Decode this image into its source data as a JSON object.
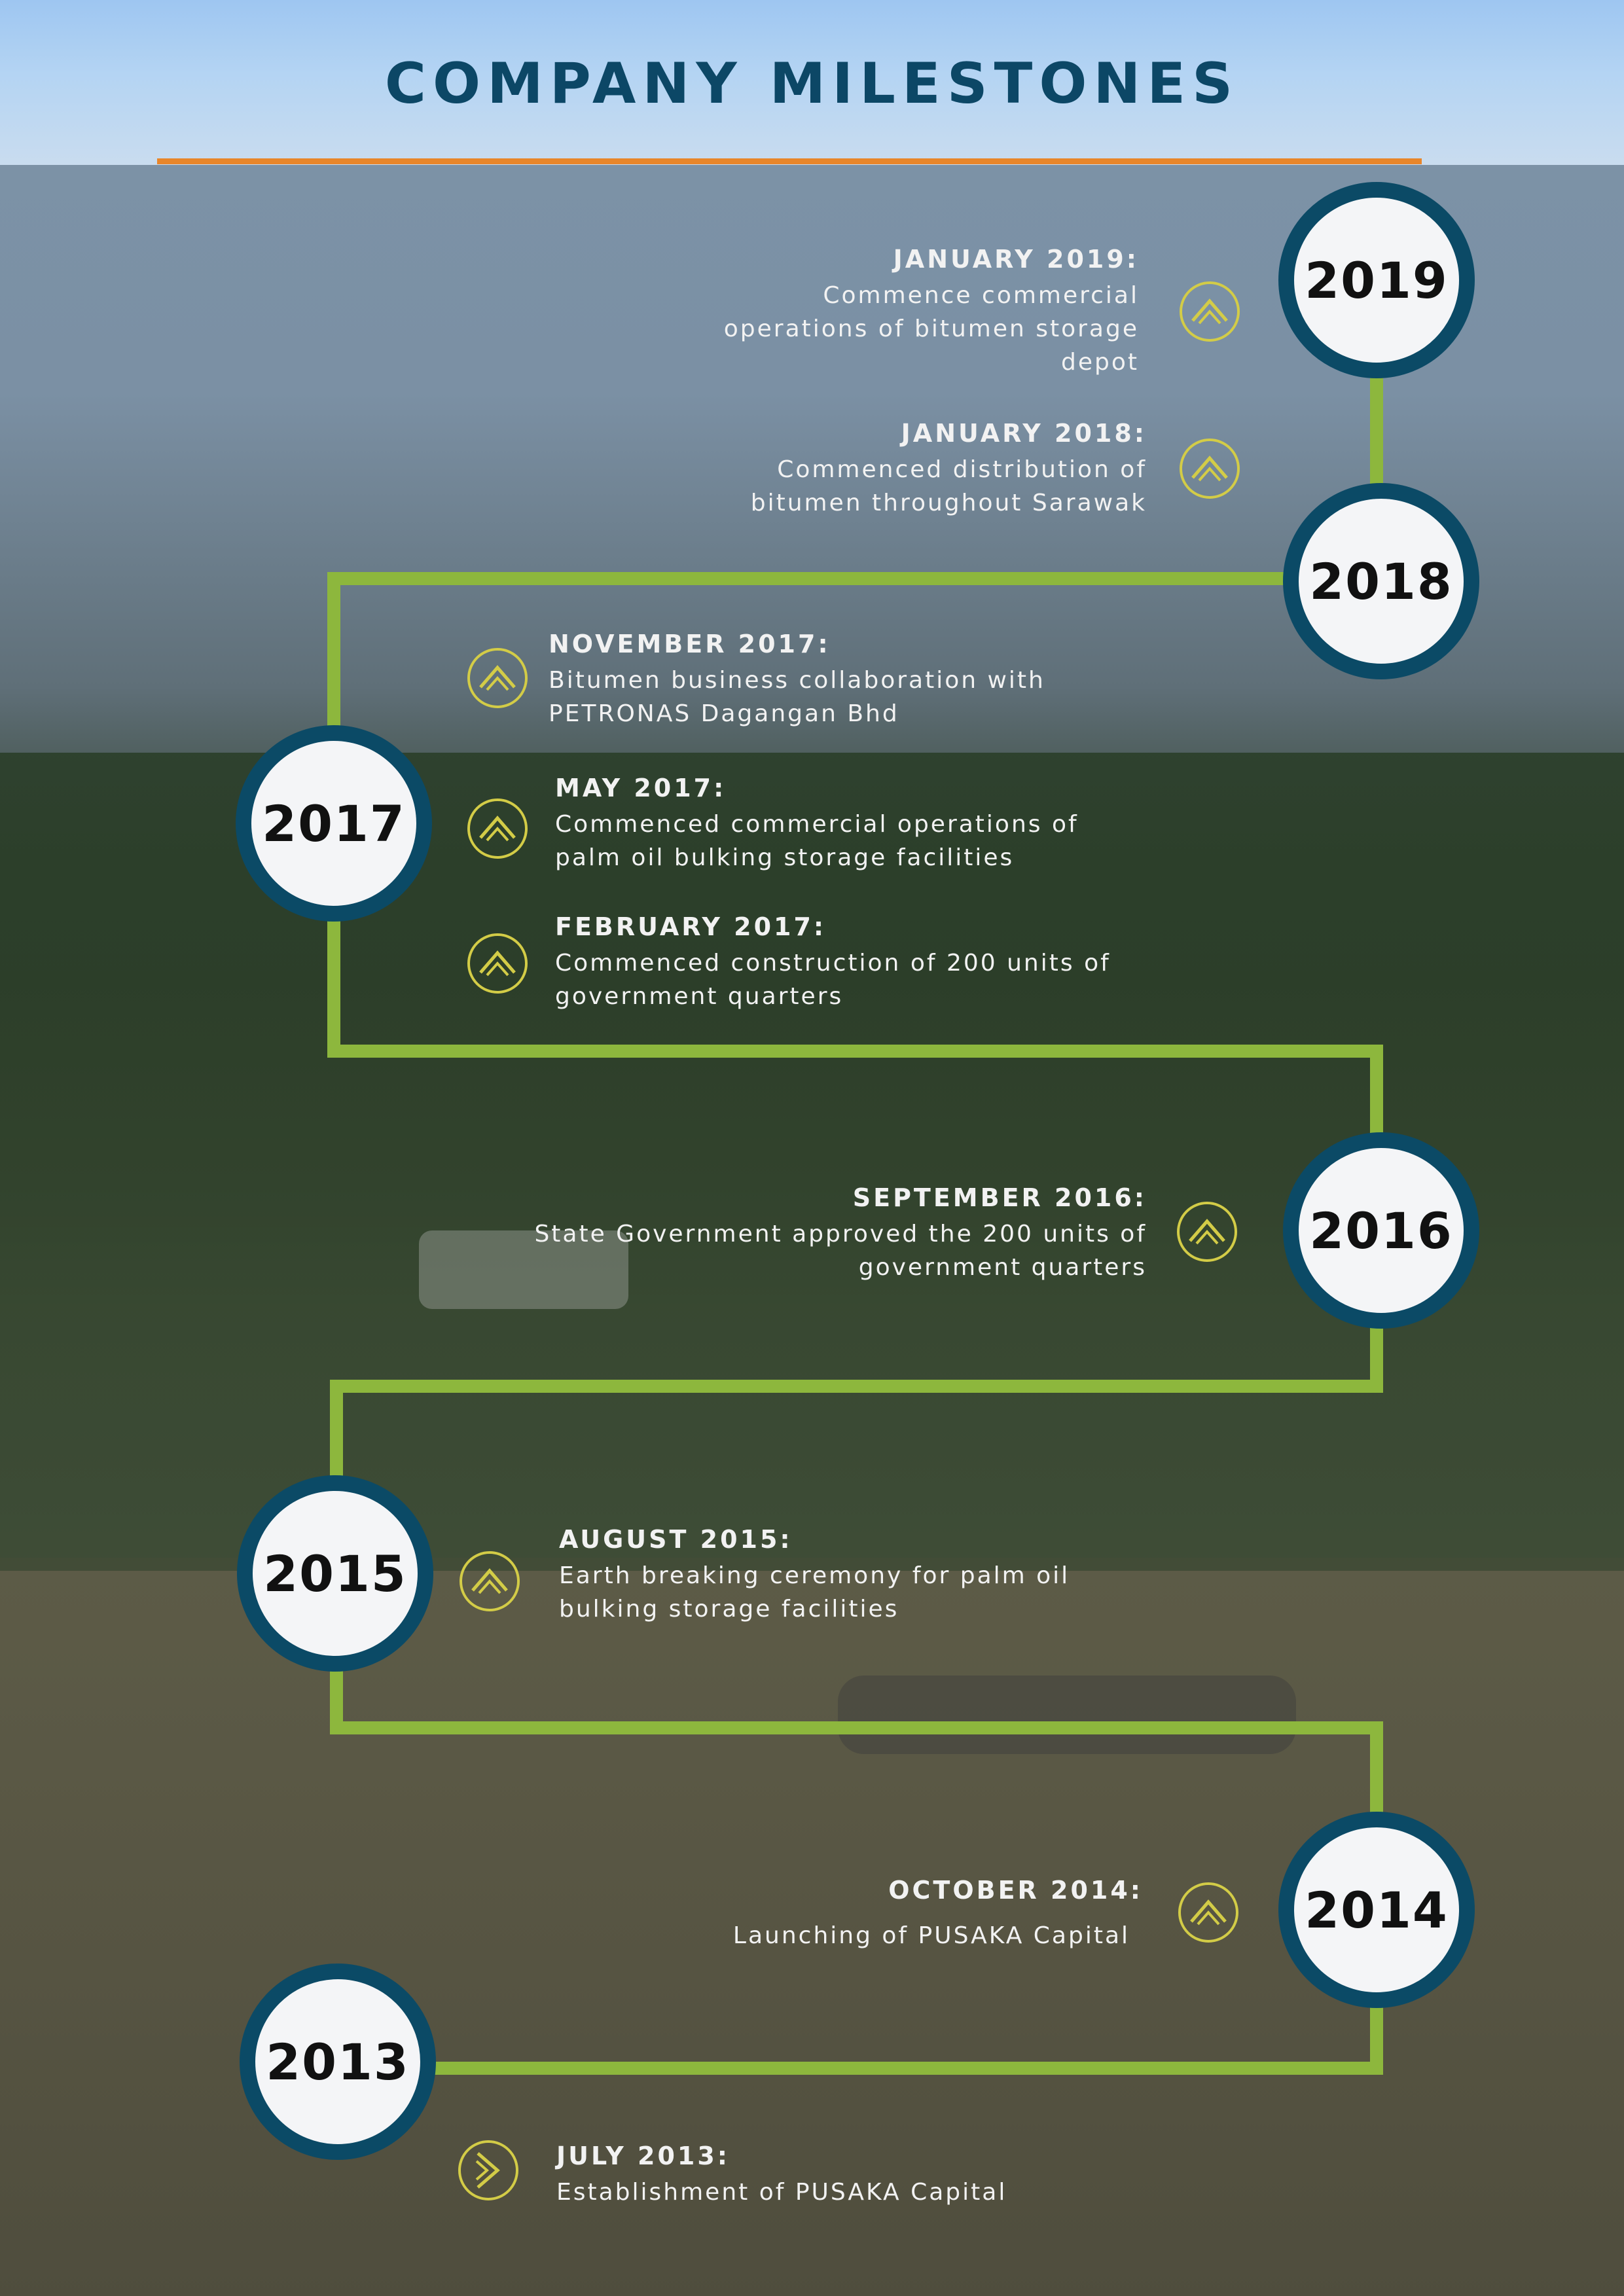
{
  "title": "COMPANY MILESTONES",
  "colors": {
    "title": "#0c4766",
    "rule": "#e8862a",
    "path": "#8db73d",
    "circle_border": "#0b4a66",
    "icon": "#d3cc47"
  },
  "years": [
    "2019",
    "2018",
    "2017",
    "2016",
    "2015",
    "2014",
    "2013"
  ],
  "events": [
    {
      "date": "JANUARY 2019:",
      "desc": "Commence commercial operations of bitumen storage depot",
      "icon": "chevron-up-circle-icon"
    },
    {
      "date": "JANUARY 2018:",
      "desc": "Commenced distribution of bitumen throughout Sarawak",
      "icon": "chevron-up-circle-icon"
    },
    {
      "date": "NOVEMBER 2017:",
      "desc": "Bitumen business collaboration with PETRONAS Dagangan Bhd",
      "icon": "chevron-up-circle-icon"
    },
    {
      "date": "MAY 2017:",
      "desc": "Commenced commercial operations of palm oil bulking storage facilities",
      "icon": "chevron-up-circle-icon"
    },
    {
      "date": "FEBRUARY 2017:",
      "desc": "Commenced construction of 200 units of government quarters",
      "icon": "chevron-up-circle-icon"
    },
    {
      "date": "SEPTEMBER 2016:",
      "desc": "State Government approved the 200 units of government quarters",
      "icon": "chevron-up-circle-icon"
    },
    {
      "date": "AUGUST 2015:",
      "desc": "Earth breaking ceremony for palm oil bulking storage facilities",
      "icon": "chevron-up-circle-icon"
    },
    {
      "date": "OCTOBER 2014:",
      "desc": "Launching of PUSAKA Capital",
      "icon": "chevron-up-circle-icon"
    },
    {
      "date": "JULY 2013:",
      "desc": "Establishment of PUSAKA Capital",
      "icon": "chevron-right-circle-icon"
    }
  ]
}
